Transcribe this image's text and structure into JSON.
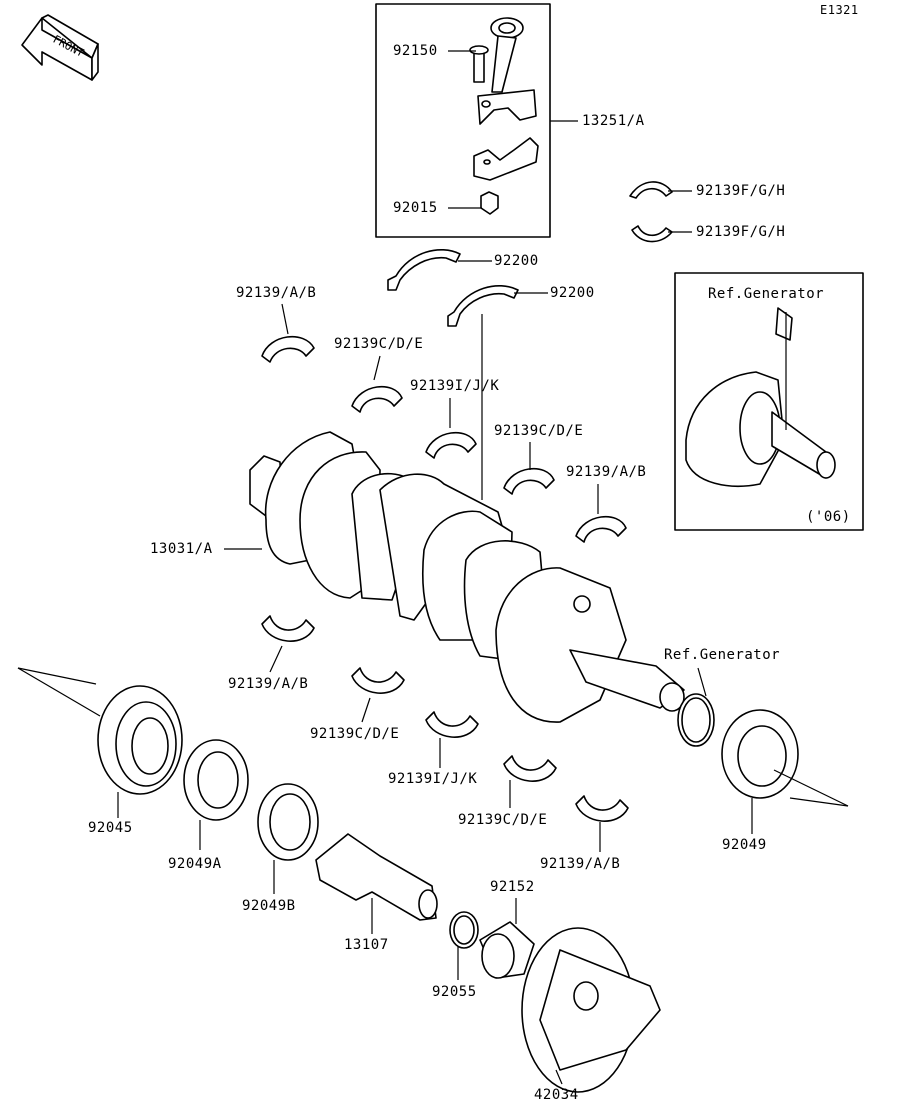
{
  "diagram_code": "E1321",
  "front_label": "FRONT",
  "ref_generator_top": "Ref.Generator",
  "ref_generator_year": "('06)",
  "ref_generator_main": "Ref.Generator",
  "parts": {
    "p92150": "92150",
    "p13251A": "13251/A",
    "p92015": "92015",
    "p92139FGH_1": "92139F/G/H",
    "p92139FGH_2": "92139F/G/H",
    "p92200_1": "92200",
    "p92200_2": "92200",
    "p92139AB_1": "92139/A/B",
    "p92139CDE_1": "92139C/D/E",
    "p92139IJK_1": "92139I/J/K",
    "p92139CDE_2": "92139C/D/E",
    "p92139AB_2": "92139/A/B",
    "p13031A": "13031/A",
    "p92139AB_3": "92139/A/B",
    "p92139CDE_3": "92139C/D/E",
    "p92139IJK_2": "92139I/J/K",
    "p92139CDE_4": "92139C/D/E",
    "p92139AB_4": "92139/A/B",
    "p92045": "92045",
    "p92049A": "92049A",
    "p92049B": "92049B",
    "p13107": "13107",
    "p92055": "92055",
    "p92152": "92152",
    "p42034": "42034",
    "p92049": "92049"
  },
  "colors": {
    "line": "#000000",
    "fill": "#ffffff",
    "shade": "#e6e6e6"
  }
}
